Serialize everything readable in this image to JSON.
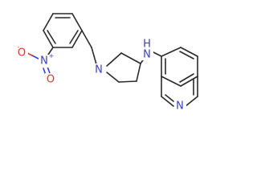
{
  "molecule": {
    "atoms": {
      "nitro_n": "N",
      "nitro_n_charge": "+",
      "nitro_o_top": "O",
      "nitro_o_top_charge": "-",
      "nitro_o_bottom": "O",
      "pyrrolidine_n": "N",
      "amine_n": "N",
      "amine_h": "H",
      "isoquinoline_n": "N"
    },
    "colors": {
      "bond": "#2a2a2a",
      "nitrogen": "#3b3bd6",
      "oxygen": "#d23a2a"
    }
  }
}
